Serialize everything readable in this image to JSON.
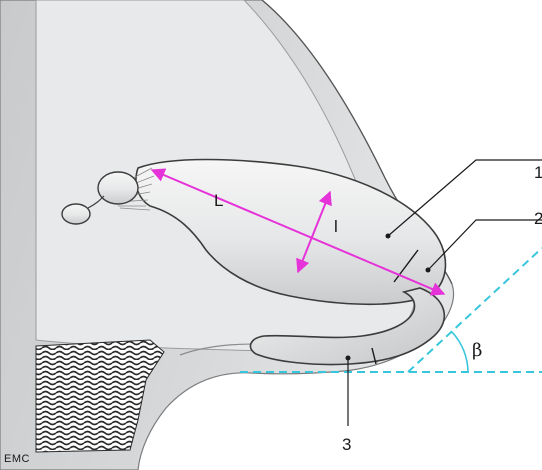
{
  "labels": {
    "length": "L",
    "width": "l",
    "angle": "β",
    "callout_1": "1",
    "callout_2": "2",
    "callout_3": "3",
    "logo": "EMC"
  },
  "colors": {
    "dimension_arrows": "#e632d9",
    "angle_lines": "#38c6dc",
    "skin": "#d4d6d8",
    "cartilage": "#eceded",
    "outline": "#3c3c3c",
    "callout_lines": "#1a1a1a"
  }
}
